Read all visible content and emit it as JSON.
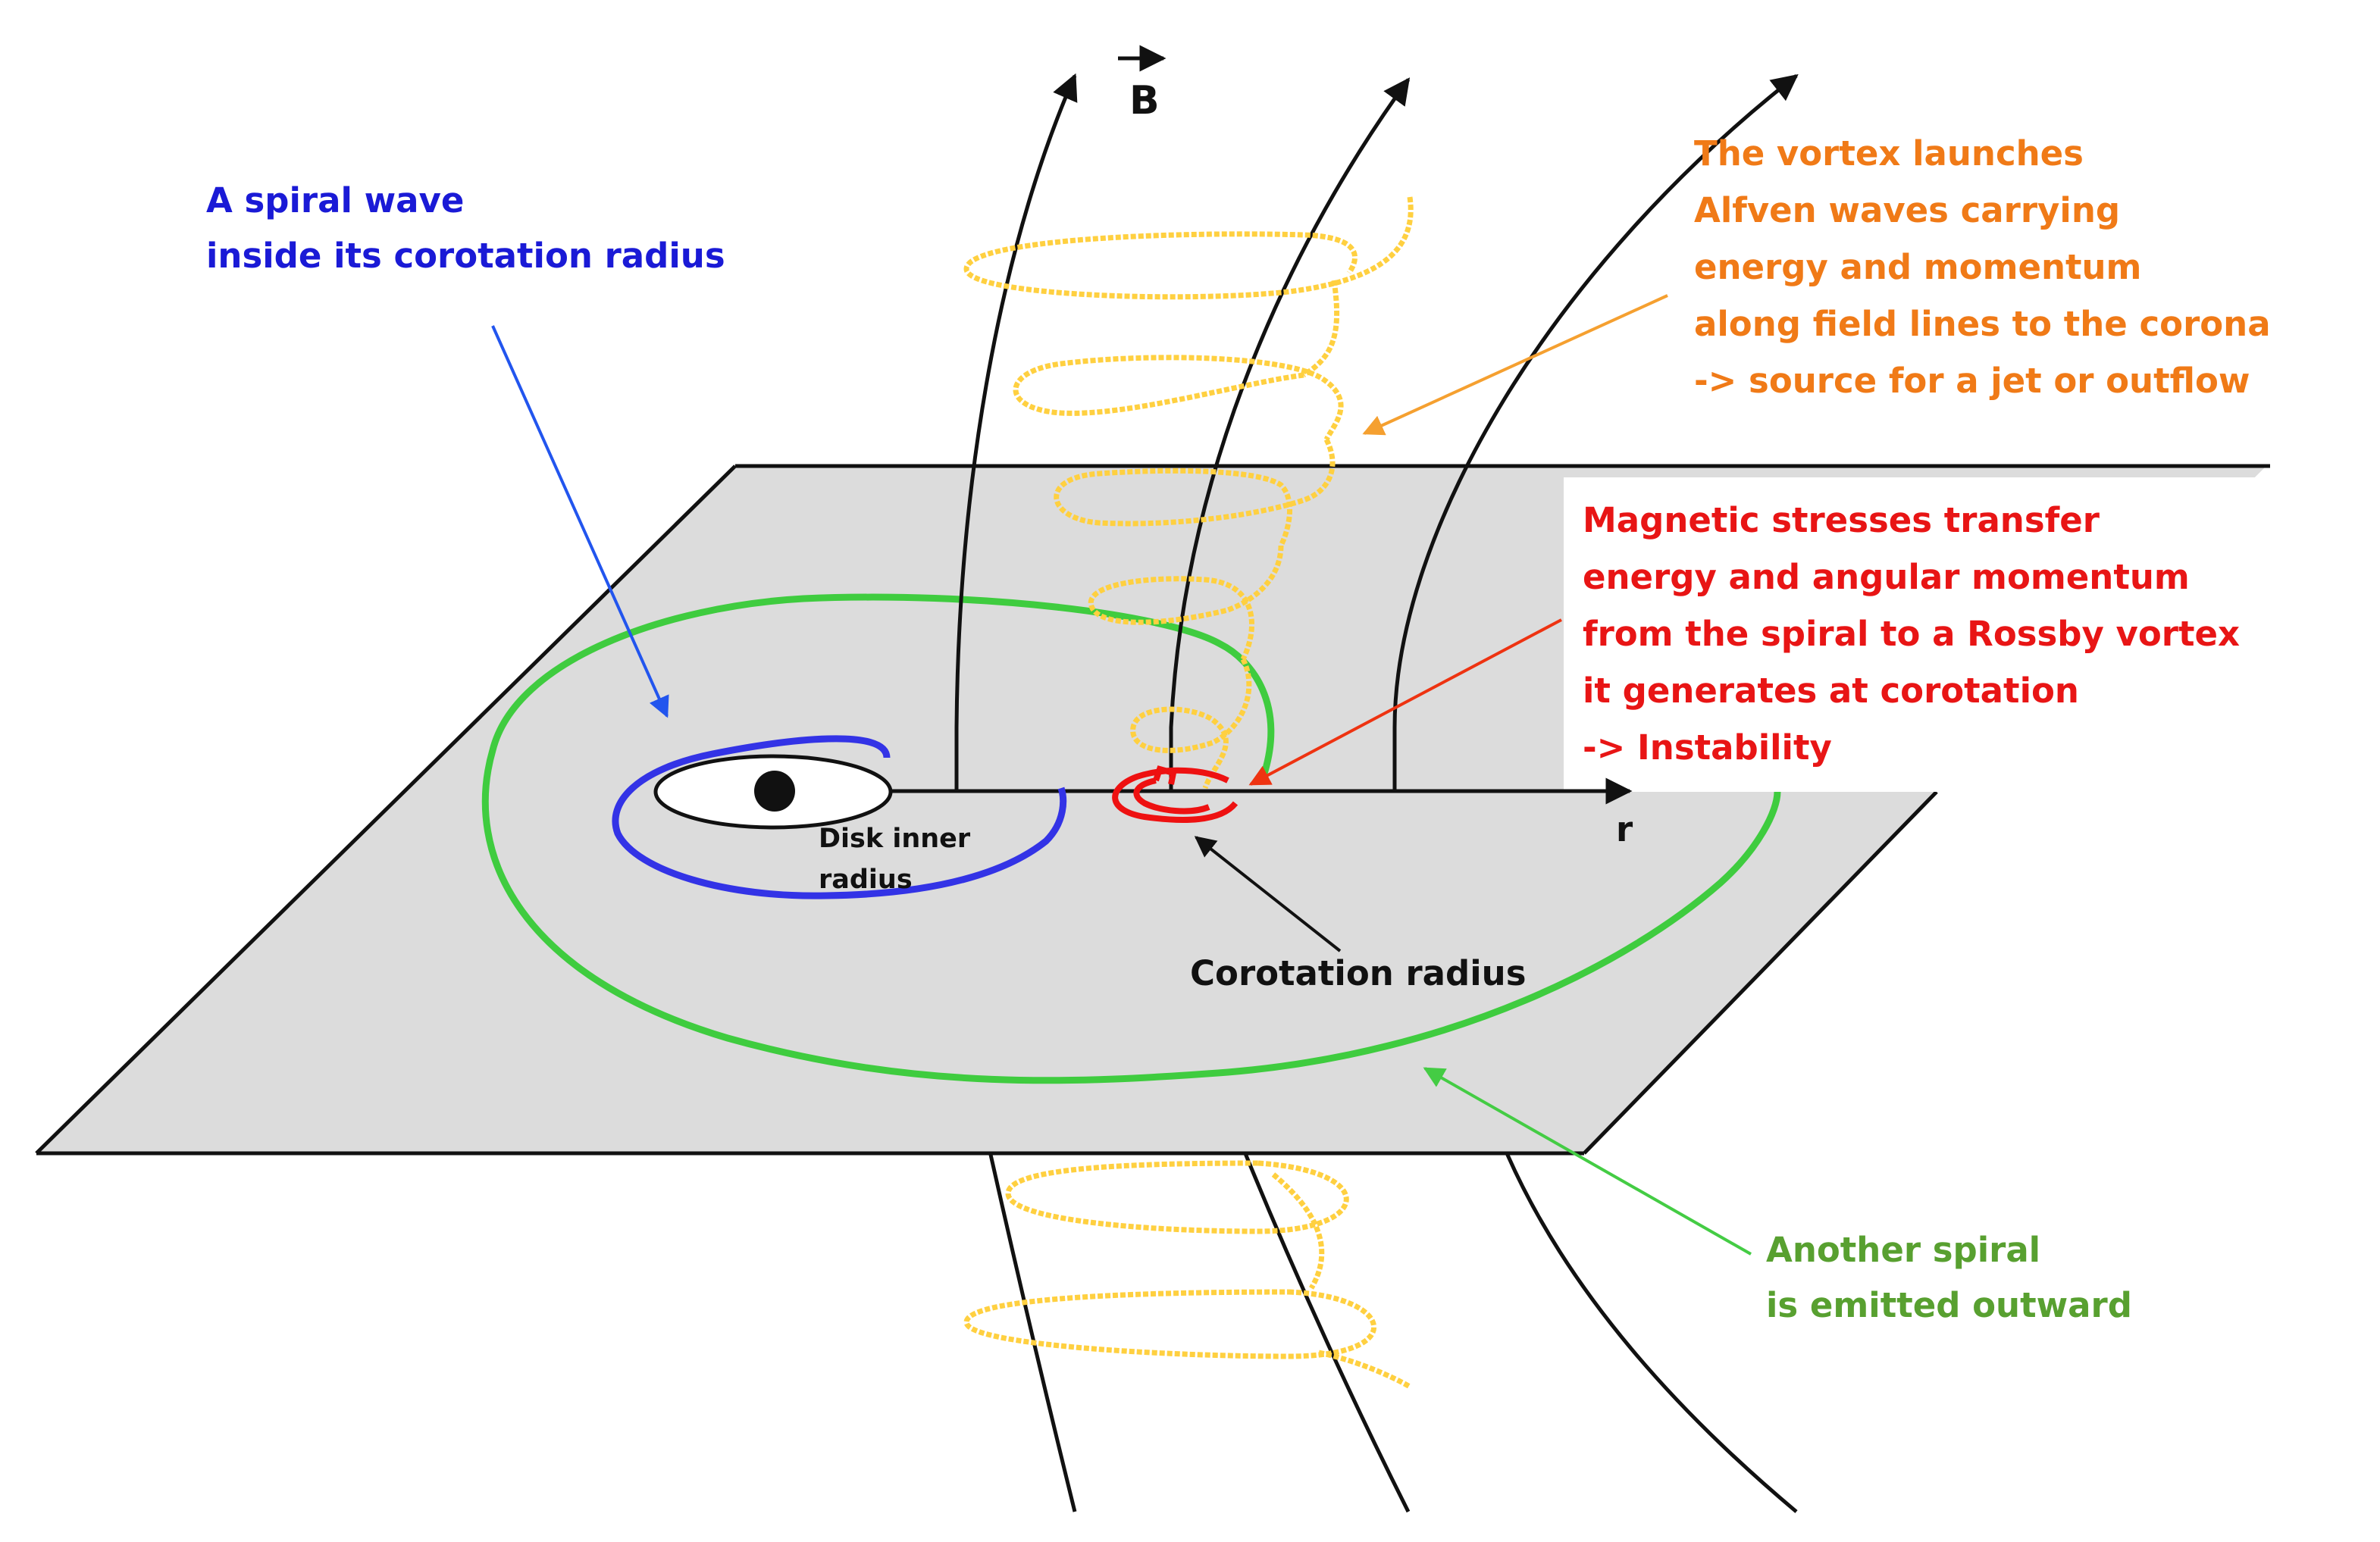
{
  "colors": {
    "plane": "#dcdcdc",
    "field": "#111111",
    "vortex": "#ffd040",
    "outer_spiral": "#3fcc3f",
    "inner_spiral": "#3333e6",
    "rossby": "#ee1111",
    "blue_label": "#1a1ad6",
    "orange_label": "#f07a17",
    "red_label": "#e81515",
    "green_label": "#58a030",
    "blue_pointer": "#2255ee",
    "orange_pointer": "#f5a030",
    "red_pointer": "#ee3311",
    "green_pointer": "#44cc44"
  },
  "labels": {
    "b_field": "B",
    "r_axis": "r",
    "inner_spiral": [
      "A spiral wave",
      "inside its corotation radius"
    ],
    "alfven": [
      "The vortex launches",
      "Alfven waves carrying",
      "energy and momentum",
      "along field lines to the corona",
      "->  source for a jet or outflow"
    ],
    "magnetic": [
      "Magnetic stresses transfer",
      "energy and angular momentum",
      "from the spiral to a Rossby vortex",
      "it generates at corotation",
      "->  Instability"
    ],
    "disk_inner": [
      "Disk inner",
      "radius"
    ],
    "corotation": "Corotation radius",
    "outer_spiral": [
      "Another spiral",
      "is emitted outward"
    ]
  }
}
